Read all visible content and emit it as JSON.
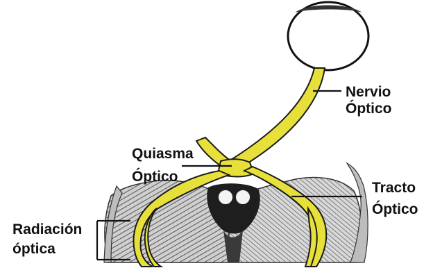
{
  "labels": {
    "optic_nerve": {
      "line1": "Nervio",
      "line2": "Óptico"
    },
    "optic_chiasm": {
      "line1": "Quiasma",
      "line2": "Óptico"
    },
    "optic_tract": {
      "line1": "Tracto",
      "line2": "Óptico"
    },
    "optic_radiation": {
      "line1": "Radiación",
      "line2": "óptica"
    }
  },
  "colors": {
    "nerve_fill": "#E8E03A",
    "outline": "#1a1a1a",
    "brain_gray": "#9a9a9a"
  }
}
